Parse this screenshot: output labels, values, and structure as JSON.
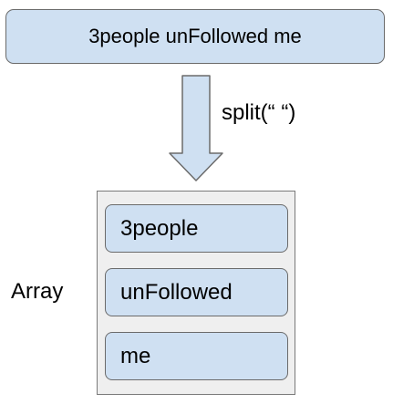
{
  "input_string": "3people unFollowed me",
  "operation": "split(“ “)",
  "array_label": "Array",
  "array_elements": [
    "3people",
    "unFollowed",
    "me"
  ],
  "colors": {
    "box_fill": "#cfe0f2",
    "container_fill": "#efefef",
    "border": "#6b6b6b"
  }
}
